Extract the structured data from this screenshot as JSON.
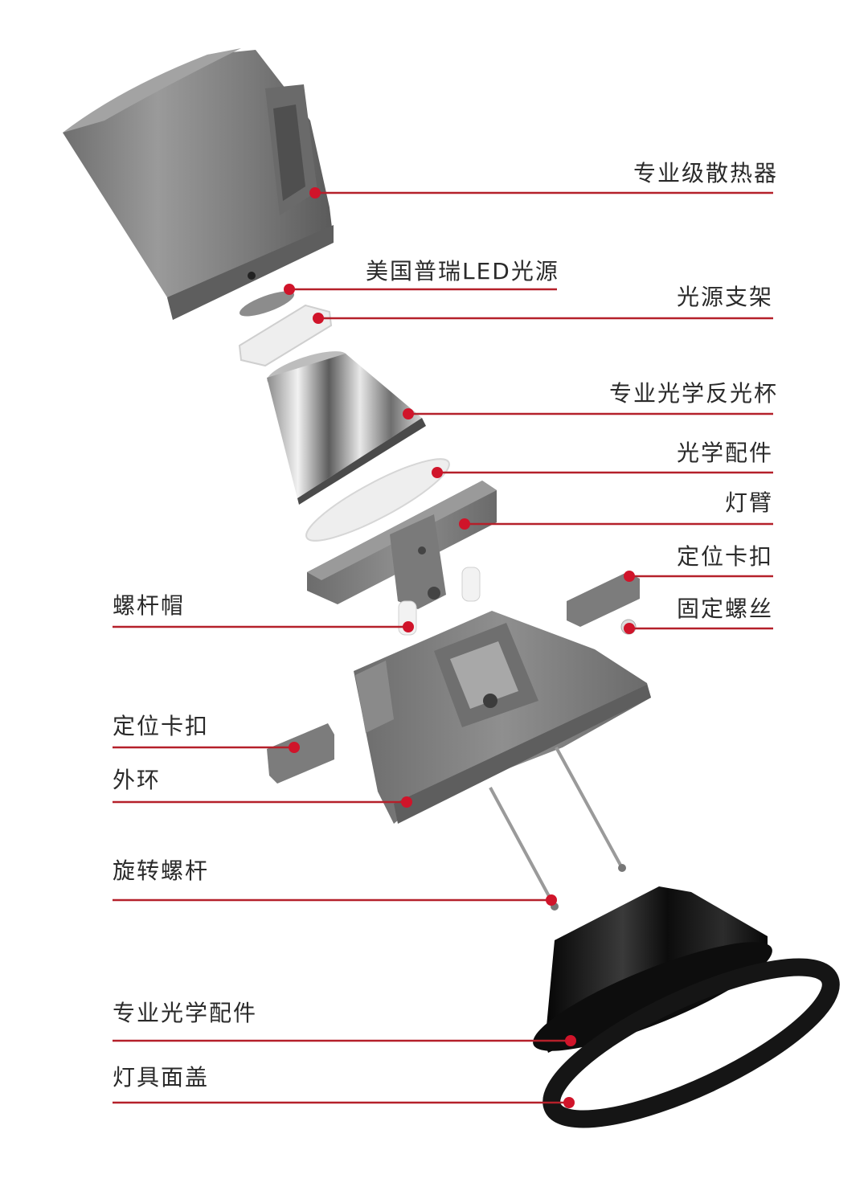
{
  "colors": {
    "leader_line": "#b5202a",
    "marker_dot": "#d0142a",
    "part_gray": "#7d7d7d",
    "part_dark_gray": "#5e5e5e",
    "reflector_silver": "#c9c9c9",
    "trim_black": "#111111",
    "label_text": "#2a2a2a"
  },
  "labels": {
    "heatsink": "专业级散热器",
    "led_source": "美国普瑞LED光源",
    "source_bracket": "光源支架",
    "reflector_cup": "专业光学反光杯",
    "optical_accessory": "光学配件",
    "lamp_arm": "灯臂",
    "positioning_clip_right": "定位卡扣",
    "screw_cap": "螺杆帽",
    "fixing_screw": "固定螺丝",
    "positioning_clip_left": "定位卡扣",
    "outer_ring": "外环",
    "rotating_screw": "旋转螺杆",
    "pro_optical_accessory": "专业光学配件",
    "lamp_cover": "灯具面盖"
  }
}
